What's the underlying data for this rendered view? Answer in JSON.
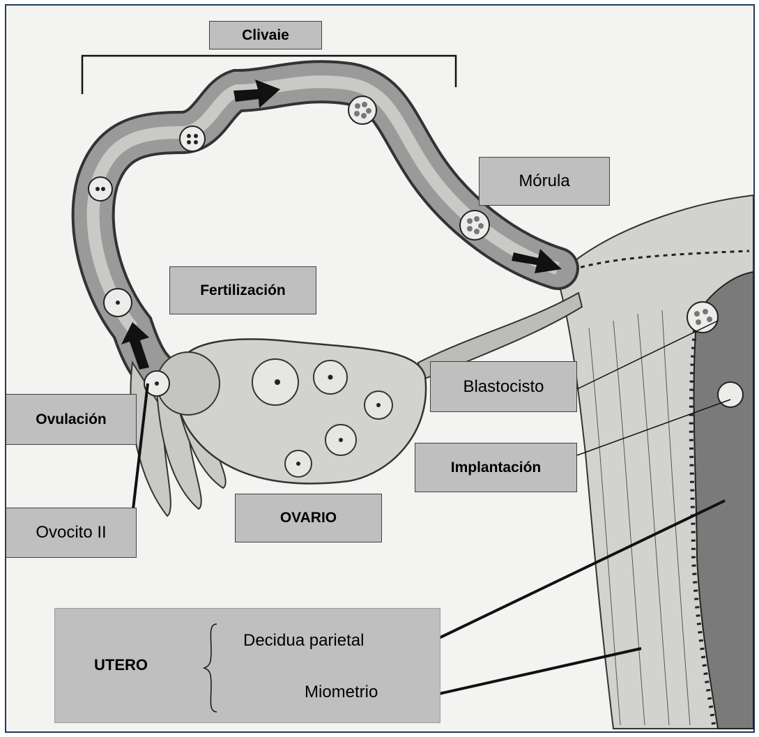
{
  "labels": {
    "clivaje": "Clivaie",
    "morula": "Mórula",
    "fertilizacion": "Fertilización",
    "ovulacion": "Ovulación",
    "ovocito": "Ovocito II",
    "ovario": "OVARIO",
    "blastocisto": "Blastocisto",
    "implantacion": "Implantación"
  },
  "utero": {
    "title": "UTERO",
    "items": [
      "Decidua parietal",
      "Miometrio"
    ]
  },
  "colors": {
    "label_fill": "#bfbfbf",
    "frame_border": "#1f3a5f",
    "tube": "#9a9a9a",
    "tissue": "#d2d2cf"
  }
}
